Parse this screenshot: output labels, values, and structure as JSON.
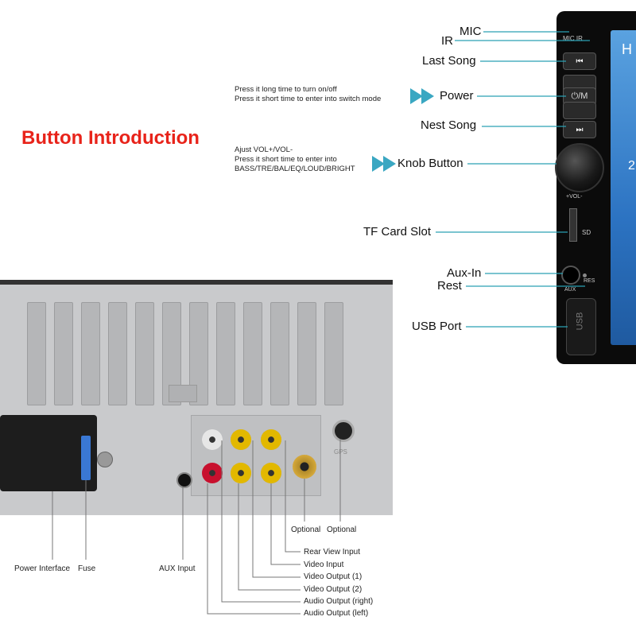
{
  "title": "Button Introduction",
  "front_callouts": {
    "mic": "MIC",
    "ir": "IR",
    "last_song": "Last Song",
    "power": "Power",
    "nest_song": "Nest Song",
    "knob_button": "Knob Button",
    "tf_card_slot": "TF Card Slot",
    "aux_in": "Aux-In",
    "rest": "Rest",
    "usb_port": "USB Port"
  },
  "power_note": [
    "Press it long time to turn on/off",
    "Press it short time to enter into switch mode"
  ],
  "knob_note": [
    "Ajust VOL+/VOL-",
    "Press it short time to enter into",
    "BASS/TRE/BAL/EQ/LOUD/BRIGHT"
  ],
  "device_markings": {
    "mic_ir": "MIC  IR",
    "power_key": "⏻/M",
    "vol": "+VOL-",
    "sd": "SD",
    "aux": "AUX",
    "res": "RES",
    "usb": "USB",
    "screen_h": "H",
    "screen_2": "2",
    "gps": "GPS"
  },
  "rear_callouts": {
    "power_interface": "Power Interface",
    "fuse": "Fuse",
    "aux_input": "AUX Input",
    "optional_1": "Optional",
    "optional_2": "Optional",
    "rear_view_input": "Rear View Input",
    "video_input": "Video Input",
    "video_output_1": "Video Output  (1)",
    "video_output_2": "Video Output  (2)",
    "audio_output_right": "Audio Output  (right)",
    "audio_output_left": "Audio Output  (left)"
  },
  "colors": {
    "title": "#e8231a",
    "leader_line": "#2aa0b4",
    "arrow": "#3aa7c2",
    "rca_white": "#e6e6e6",
    "rca_red": "#c8102e",
    "rca_yellow": "#e2b800",
    "fuse_blue": "#3a78d4"
  }
}
